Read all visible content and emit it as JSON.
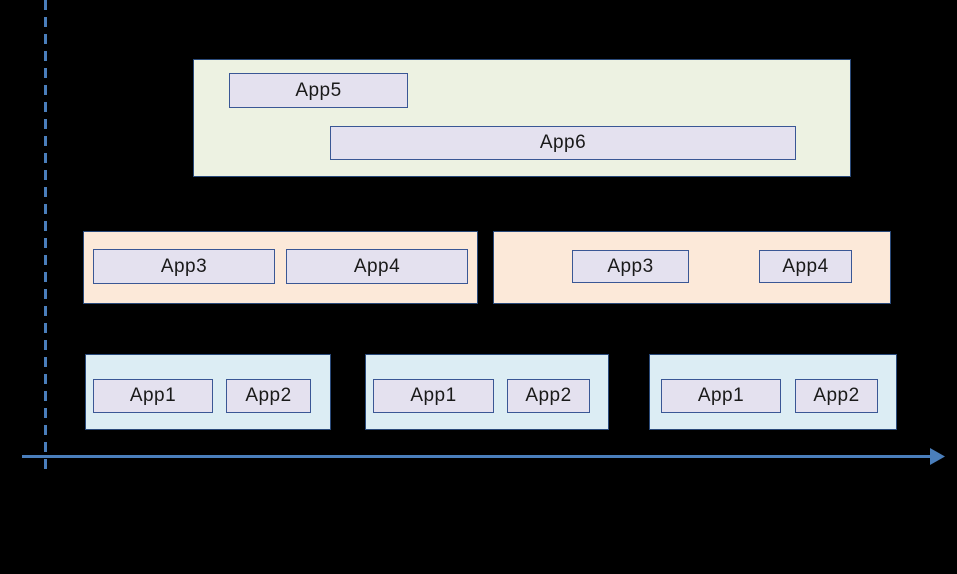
{
  "colors": {
    "background": "#000000",
    "axis_blue": "#4a7ebb",
    "container_border": "#2a4a7a",
    "app_box_border": "#3a5795",
    "app_box_fill": "#e4e1ef",
    "group_green_fill": "#edf2e2",
    "group_orange_fill": "#fce9d9",
    "group_blue_fill": "#dcedf4",
    "label_text": "#1a1a1a"
  },
  "groups": [
    {
      "id": "top-green",
      "apps": [
        {
          "label": "App5"
        },
        {
          "label": "App6"
        }
      ]
    },
    {
      "id": "mid-left-orange",
      "apps": [
        {
          "label": "App3"
        },
        {
          "label": "App4"
        }
      ]
    },
    {
      "id": "mid-right-orange",
      "apps": [
        {
          "label": "App3"
        },
        {
          "label": "App4"
        }
      ]
    },
    {
      "id": "bottom-left-blue",
      "apps": [
        {
          "label": "App1"
        },
        {
          "label": "App2"
        }
      ]
    },
    {
      "id": "bottom-middle-blue",
      "apps": [
        {
          "label": "App1"
        },
        {
          "label": "App2"
        }
      ]
    },
    {
      "id": "bottom-right-blue",
      "apps": [
        {
          "label": "App1"
        },
        {
          "label": "App2"
        }
      ]
    }
  ]
}
